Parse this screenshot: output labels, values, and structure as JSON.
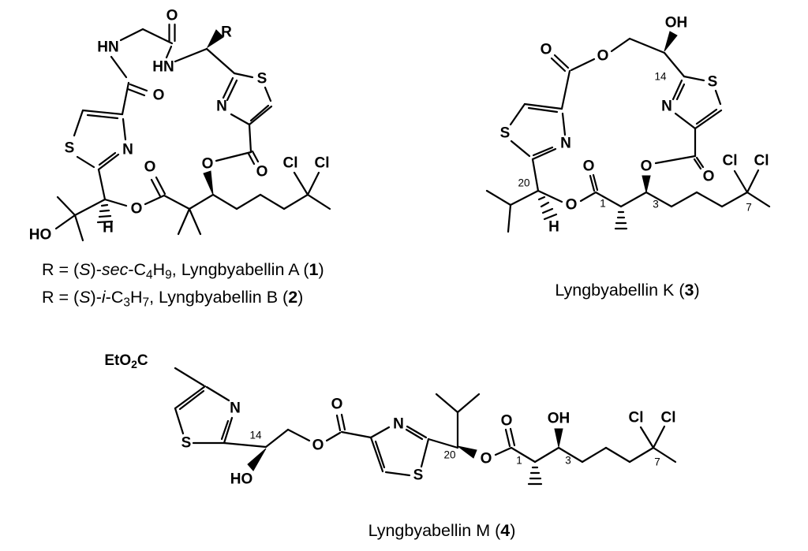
{
  "page": {
    "background": "#ffffff",
    "line_color": "#000000"
  },
  "glyphs": {
    "O": "O",
    "S": "S",
    "N": "N",
    "Cl": "Cl",
    "H": "H",
    "R": "R",
    "HN": "HN",
    "HO": "HO",
    "OH": "OH",
    "EtO": "EtO",
    "two": "2",
    "C": "C"
  },
  "locants": {
    "c1": "1",
    "c3": "3",
    "c7": "7",
    "c14": "14",
    "c20": "20"
  },
  "captions": {
    "ab_line1": [
      {
        "t": "R = ("
      },
      {
        "t": "S",
        "s": "i"
      },
      {
        "t": ")-"
      },
      {
        "t": "sec",
        "s": "i"
      },
      {
        "t": "-C"
      },
      {
        "t": "4",
        "s": "sub"
      },
      {
        "t": "H"
      },
      {
        "t": "9",
        "s": "sub"
      },
      {
        "t": ", Lyngbyabellin A ("
      },
      {
        "t": "1",
        "s": "b"
      },
      {
        "t": ")"
      }
    ],
    "ab_line2": [
      {
        "t": "R = ("
      },
      {
        "t": "S",
        "s": "i"
      },
      {
        "t": ")-"
      },
      {
        "t": "i",
        "s": "i"
      },
      {
        "t": "-C"
      },
      {
        "t": "3",
        "s": "sub"
      },
      {
        "t": "H"
      },
      {
        "t": "7",
        "s": "sub"
      },
      {
        "t": ", Lyngbyabellin B ("
      },
      {
        "t": "2",
        "s": "b"
      },
      {
        "t": ")"
      }
    ],
    "k": [
      {
        "t": "Lyngbyabellin K ("
      },
      {
        "t": "3",
        "s": "b"
      },
      {
        "t": ")"
      }
    ],
    "m": [
      {
        "t": "Lyngbyabellin M ("
      },
      {
        "t": "4",
        "s": "b"
      },
      {
        "t": ")"
      }
    ]
  }
}
